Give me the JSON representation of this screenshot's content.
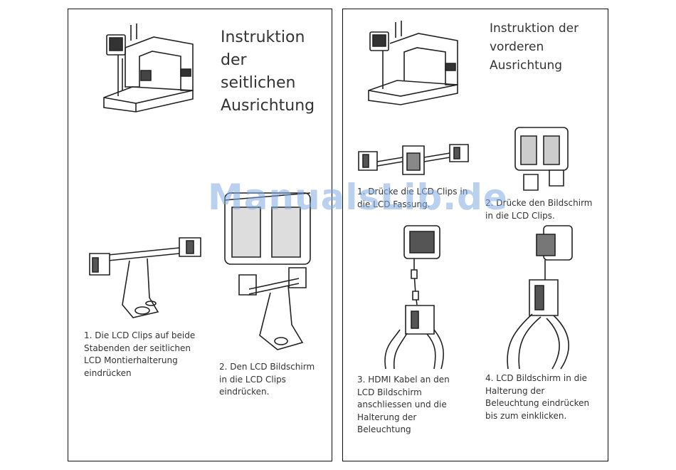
{
  "left_panel": {
    "title": "Instruktion\nder\nseitlichen\nAusrichtung",
    "steps": [
      {
        "text": "1. Die LCD Clips auf beide\nStabenden der seitlichen\nLCD Montierhalterung\neindrücken"
      },
      {
        "text": "2. Den LCD Bildschirm\nin die LCD Clips\neindrücken."
      }
    ]
  },
  "right_panel": {
    "title": "Instruktion der\nvorderen\nAusrichtung",
    "steps": [
      {
        "text": "1. Drücke die LCD Clips in\ndie LCD Fassung."
      },
      {
        "text": "2. Drücke den Bildschirm\nin die LCD Clips."
      },
      {
        "text": "3. HDMI Kabel an den\nLCD Bildschirm\nanschliessen und die\nHalterung der\nBeleuchtung"
      },
      {
        "text": "4. LCD Bildschirm in die\nHalterung der\nBeleuchtung eindrücken\nbis zum einklicken."
      }
    ]
  },
  "watermark": {
    "text": "ManualsLib.de",
    "color": "#82aae1"
  }
}
